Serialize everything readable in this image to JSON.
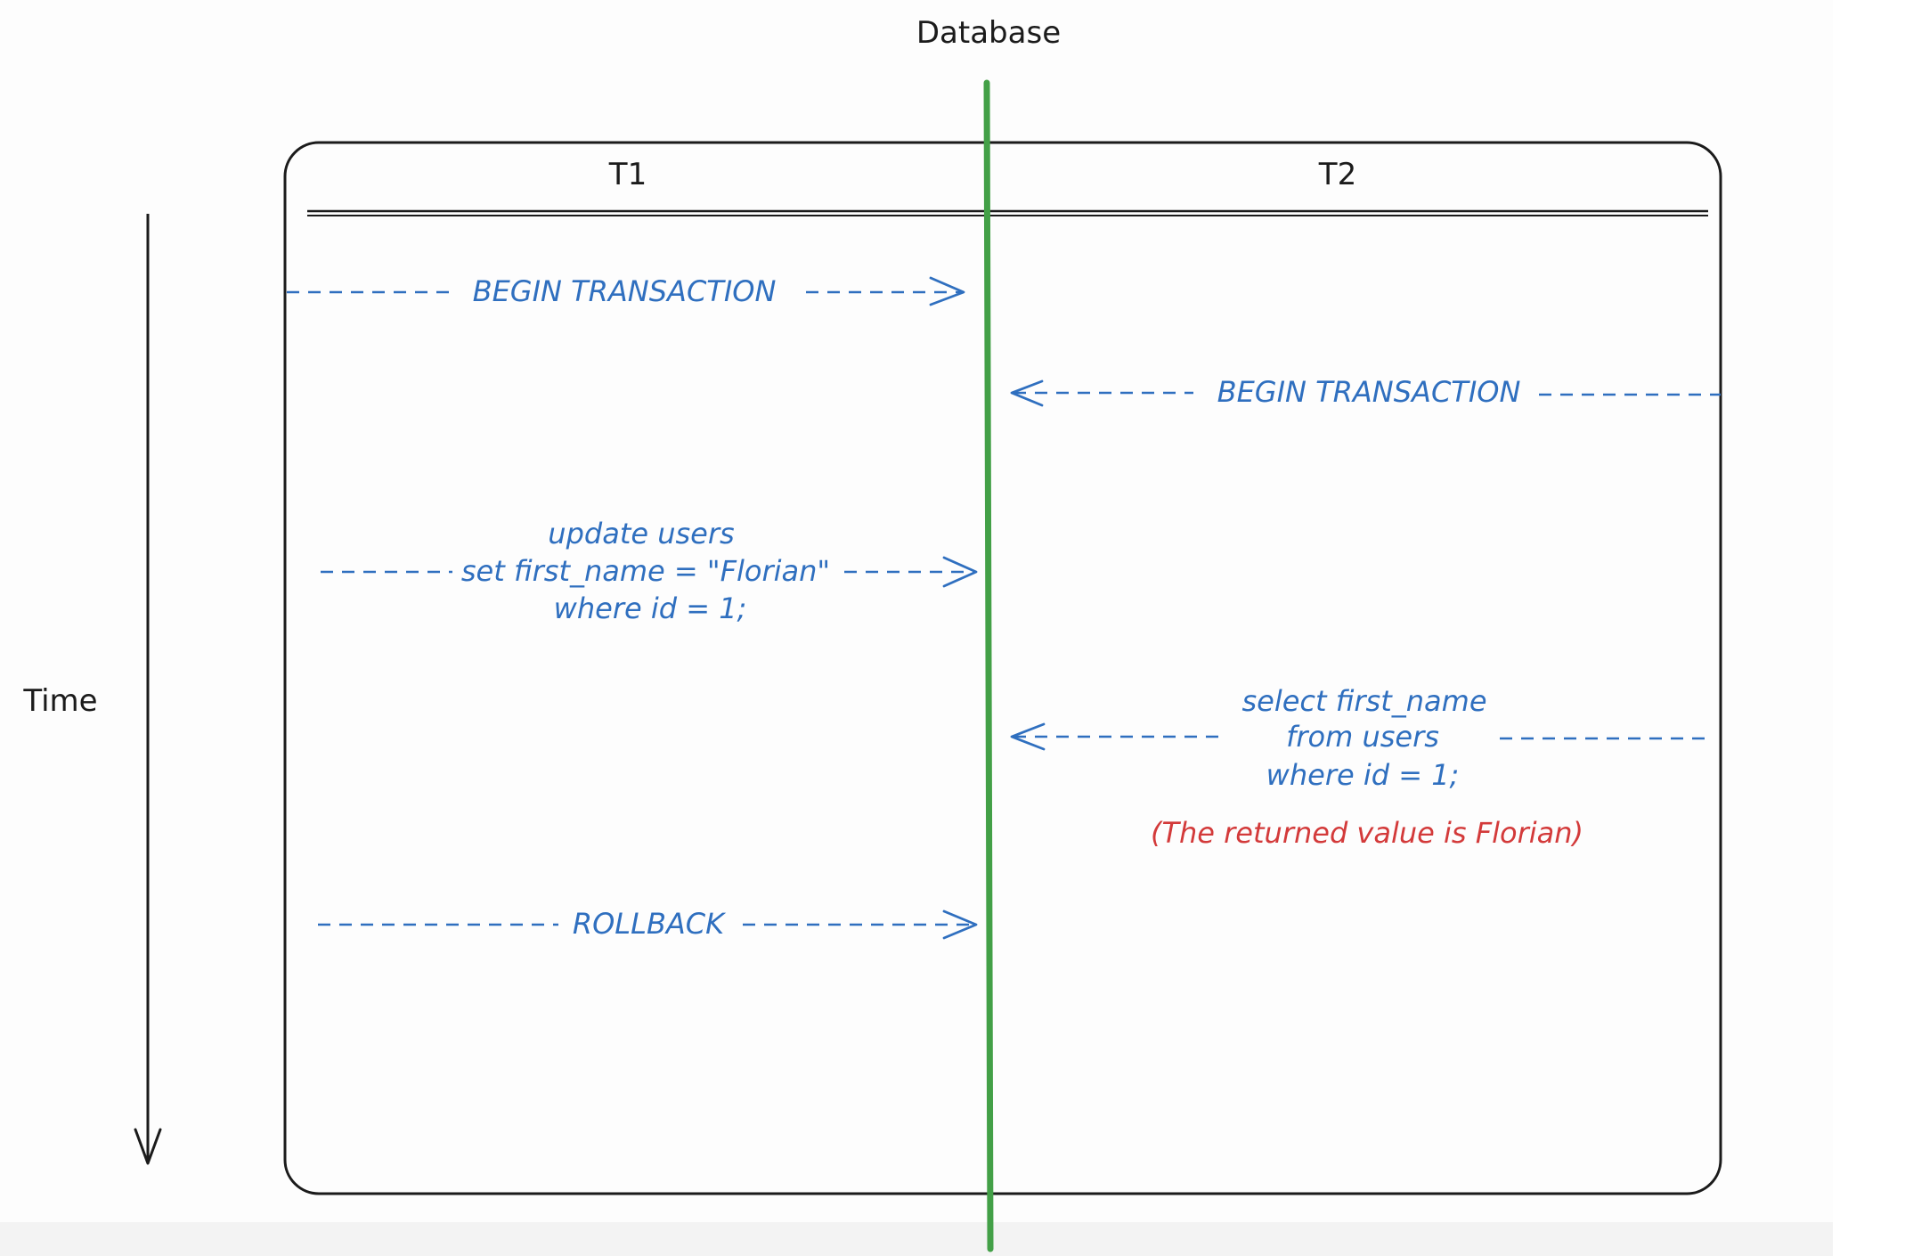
{
  "header": {
    "database_label": "Database"
  },
  "axis": {
    "time_label": "Time"
  },
  "columns": {
    "t1_label": "T1",
    "t2_label": "T2"
  },
  "messages": {
    "t1_begin": "BEGIN TRANSACTION",
    "t2_begin": "BEGIN TRANSACTION",
    "t1_update": {
      "line1": "update users",
      "line2": "set first_name = \"Florian\"",
      "line3": "where id = 1;"
    },
    "t2_select": {
      "line1": "select first_name",
      "line2": "from users",
      "line3": "where id = 1;"
    },
    "t2_note": "(The returned value is Florian)",
    "t1_rollback": "ROLLBACK"
  },
  "colors": {
    "database_line": "#43a047",
    "message": "#2f6fbf",
    "note": "#d33a3a",
    "frame": "#1b1b1b"
  }
}
